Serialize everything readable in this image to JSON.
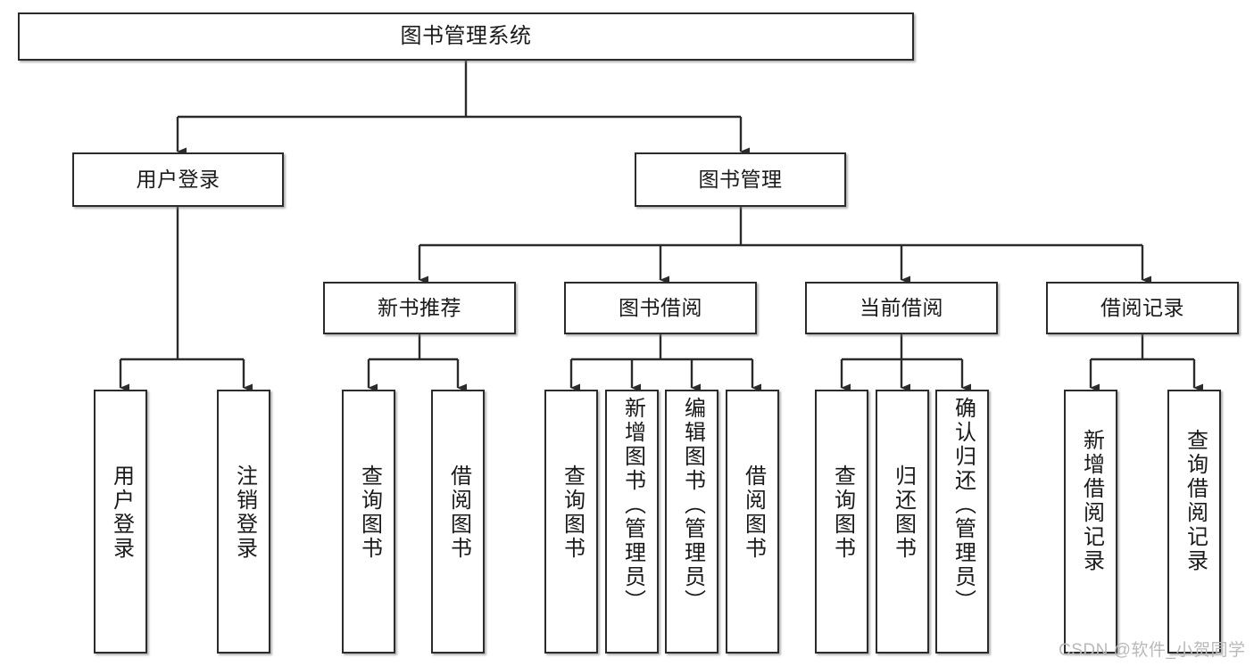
{
  "diagram": {
    "title": "图书管理系统",
    "type": "功能结构图",
    "watermark": "CSDN @软件_小贺同学",
    "colors": {
      "box_border": "#2b2b2b",
      "box_fill": "#ffffff",
      "edge": "#2b2b2b",
      "text": "#1a1a1a",
      "watermark": "#b9b9b9"
    },
    "levels": {
      "root": {
        "label": "图书管理系统"
      },
      "level2": [
        {
          "id": "user-login",
          "label": "用户登录"
        },
        {
          "id": "book-manage",
          "label": "图书管理"
        }
      ],
      "level3": [
        {
          "id": "new-book-recommend",
          "label": "新书推荐",
          "parent": "book-manage"
        },
        {
          "id": "book-borrow",
          "label": "图书借阅",
          "parent": "book-manage"
        },
        {
          "id": "current-borrow",
          "label": "当前借阅",
          "parent": "book-manage"
        },
        {
          "id": "borrow-record",
          "label": "借阅记录",
          "parent": "book-manage"
        }
      ],
      "leaves": [
        {
          "id": "leaf-user-login",
          "label": "用户登录",
          "parent": "user-login"
        },
        {
          "id": "leaf-user-logout",
          "label": "注销登录",
          "parent": "user-login"
        },
        {
          "id": "leaf-query-book-1",
          "label": "查询图书",
          "parent": "new-book-recommend"
        },
        {
          "id": "leaf-borrow-book-1",
          "label": "借阅图书",
          "parent": "new-book-recommend"
        },
        {
          "id": "leaf-query-book-2",
          "label": "查询图书",
          "parent": "book-borrow"
        },
        {
          "id": "leaf-add-book",
          "label": "新增图书（管理员）",
          "parent": "book-borrow"
        },
        {
          "id": "leaf-edit-book",
          "label": "编辑图书（管理员）",
          "parent": "book-borrow"
        },
        {
          "id": "leaf-borrow-book-2",
          "label": "借阅图书",
          "parent": "book-borrow"
        },
        {
          "id": "leaf-query-book-3",
          "label": "查询图书",
          "parent": "current-borrow"
        },
        {
          "id": "leaf-return-book",
          "label": "归还图书",
          "parent": "current-borrow"
        },
        {
          "id": "leaf-confirm-return",
          "label": "确认归还（管理员）",
          "parent": "current-borrow"
        },
        {
          "id": "leaf-add-record",
          "label": "新增借阅记录",
          "parent": "borrow-record"
        },
        {
          "id": "leaf-query-record",
          "label": "查询借阅记录",
          "parent": "borrow-record"
        }
      ]
    }
  }
}
